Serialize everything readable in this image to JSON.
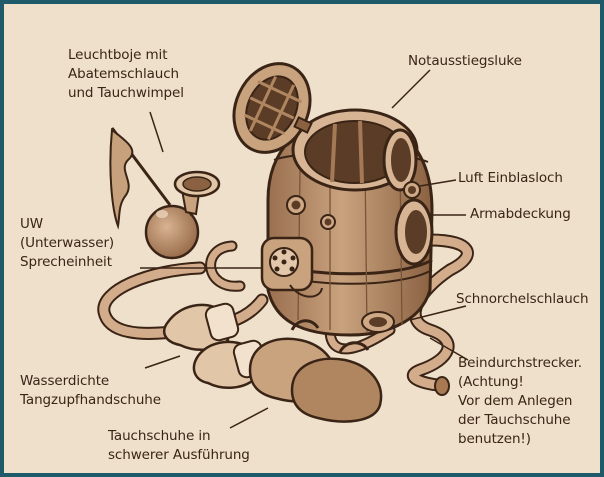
{
  "colors": {
    "paper": "#efe0cc",
    "frame": "#1f5a6a",
    "ink": "#3a2416",
    "wood_light": "#c9a27e",
    "wood_mid": "#b08660",
    "wood_dark": "#8a6242"
  },
  "labels": {
    "leuchtboje": [
      "Leuchtboje mit",
      "Abatemschlauch",
      "und Tauchwimpel"
    ],
    "notausstieg": [
      "Notausstiegsluke"
    ],
    "luft": [
      "Luft Einblasloch"
    ],
    "armabdeckung": [
      "Armabdeckung"
    ],
    "uw": [
      "UW",
      "(Unterwasser)",
      "Sprecheinheit"
    ],
    "schnorchel": [
      "Schnorchelschlauch"
    ],
    "beindurch": [
      "Beindurchstrecker.",
      "(Achtung!",
      "Vor dem Anlegen",
      "der Tauchschuhe",
      "benutzen!)"
    ],
    "handschuhe": [
      "Wasserdichte",
      "Tangzupfhandschuhe"
    ],
    "tauchschuhe": [
      "Tauchschuhe in",
      "schwerer Ausführung"
    ]
  }
}
